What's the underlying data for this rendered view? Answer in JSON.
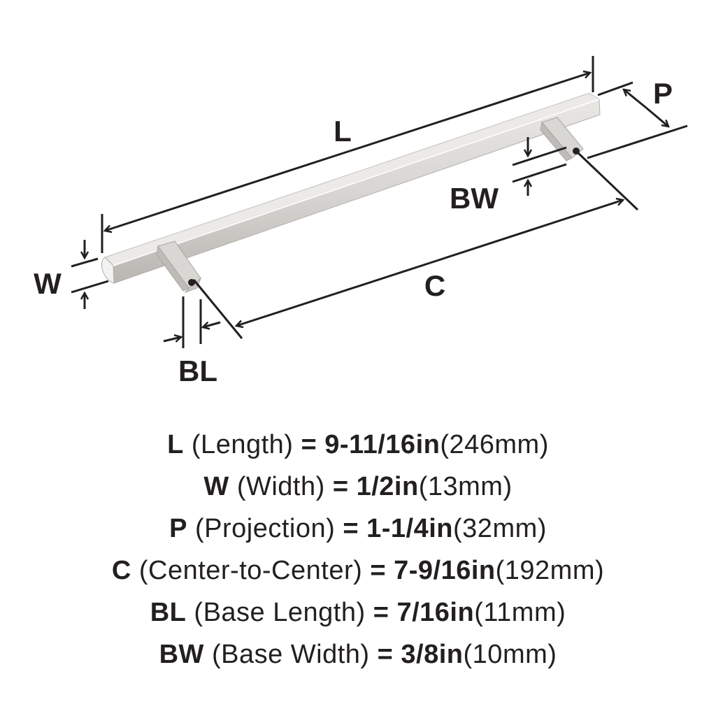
{
  "diagram": {
    "labels": {
      "L": "L",
      "P": "P",
      "BW": "BW",
      "W": "W",
      "C": "C",
      "BL": "BL"
    },
    "colors": {
      "ink": "#231f20",
      "metal_light": "#e4e2df",
      "metal_mid": "#cfccc8",
      "metal_dark": "#a9a6a2"
    }
  },
  "specs": [
    {
      "abbr": "L",
      "name": "(Length)",
      "eq": "=",
      "imperial": "9-11/16in",
      "metric": "(246mm)"
    },
    {
      "abbr": "W",
      "name": "(Width)",
      "eq": "=",
      "imperial": "1/2in",
      "metric": "(13mm)"
    },
    {
      "abbr": "P",
      "name": "(Projection)",
      "eq": "=",
      "imperial": "1-1/4in",
      "metric": "(32mm)"
    },
    {
      "abbr": "C",
      "name": "(Center-to-Center)",
      "eq": "=",
      "imperial": "7-9/16in",
      "metric": "(192mm)"
    },
    {
      "abbr": "BL",
      "name": "(Base Length)",
      "eq": "=",
      "imperial": "7/16in",
      "metric": "(11mm)"
    },
    {
      "abbr": "BW",
      "name": "(Base Width)",
      "eq": "=",
      "imperial": "3/8in",
      "metric": "(10mm)"
    }
  ]
}
